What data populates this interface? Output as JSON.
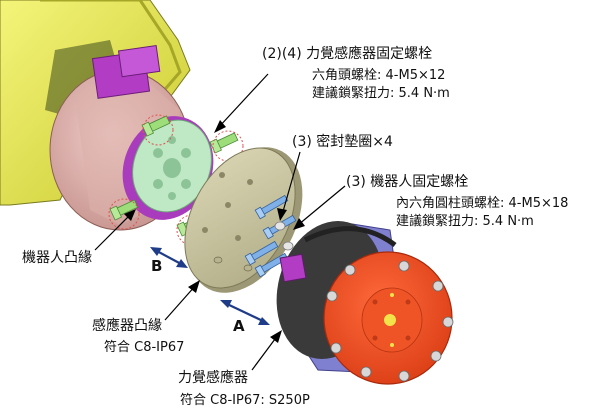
{
  "callouts": {
    "sensor_bolt": {
      "title": "(2)(4) 力覺感應器固定螺栓",
      "line1": "六角頭螺栓: 4-M5×12",
      "line2": "建議鎖緊扭力: 5.4 N·m"
    },
    "seal_washer": {
      "title": "(3) 密封墊圈×4"
    },
    "robot_bolt": {
      "title": "(3) 機器人固定螺栓",
      "line1": "內六角圓柱頭螺栓: 4-M5×18",
      "line2": "建議鎖緊扭力: 5.4 N·m"
    },
    "robot_flange": {
      "title": "機器人凸緣"
    },
    "sensor_flange": {
      "title": "感應器凸緣",
      "line1": "符合 C8-IP67"
    },
    "force_sensor": {
      "title": "力覺感應器",
      "line1": "符合 C8-IP67: S250P"
    }
  },
  "directions": {
    "a": "A",
    "b": "B"
  },
  "colors": {
    "robot_arm_yellow": "#e8e84a",
    "robot_joint_pink": "#d9a9a4",
    "robot_connector_purple": "#b23cc4",
    "flange_green": "#bfe8c4",
    "adapter_plate": "#c8c4a0",
    "sensor_red": "#f04a1e",
    "sensor_body_purple": "#8080d0",
    "bolt_green": "#9ede7a",
    "bolt_blue": "#7fb0e8",
    "arrow_navy": "#1f3c88",
    "highlight_circle": "#e05050"
  }
}
